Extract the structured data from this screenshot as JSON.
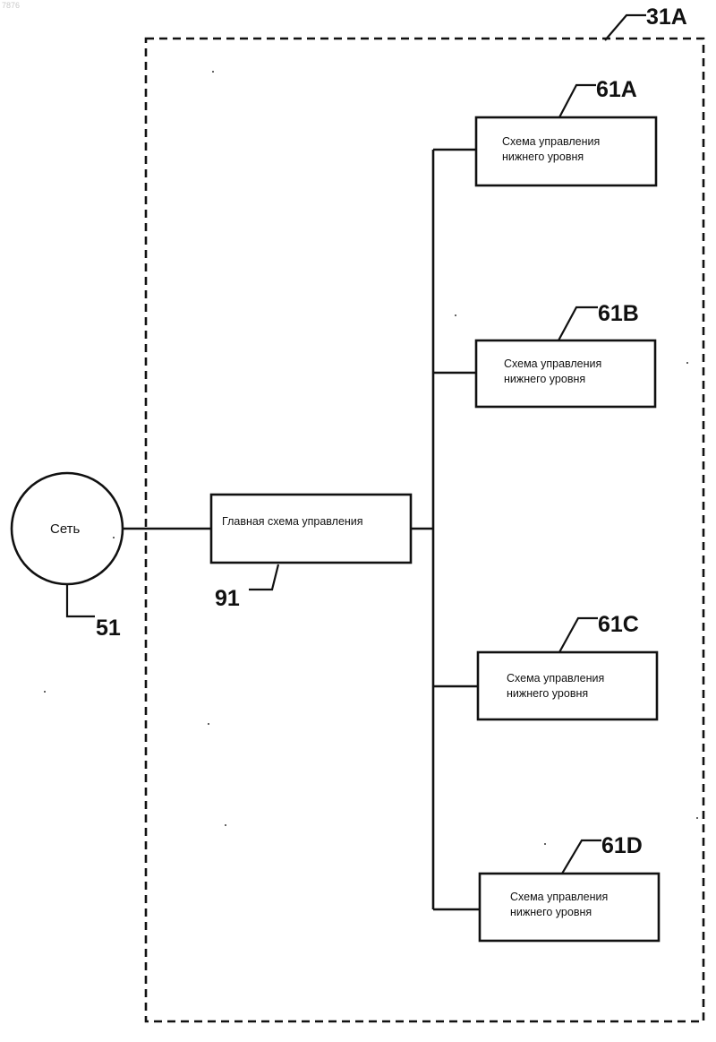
{
  "page": {
    "corner_id": "7876"
  },
  "frame": {
    "ref": "31A"
  },
  "network": {
    "label": "Сеть",
    "ref": "51"
  },
  "main_controller": {
    "label": "Главная схема управления",
    "ref": "91"
  },
  "sub_controllers": [
    {
      "ref": "61A",
      "line1": "Схема управления",
      "line2": "нижнего уровня"
    },
    {
      "ref": "61B",
      "line1": "Схема управления",
      "line2": "нижнего уровня"
    },
    {
      "ref": "61C",
      "line1": "Схема управления",
      "line2": "нижнего уровня"
    },
    {
      "ref": "61D",
      "line1": "Схема управления",
      "line2": "нижнего уровня"
    }
  ],
  "colors": {
    "ink": "#111111",
    "background": "#ffffff"
  }
}
